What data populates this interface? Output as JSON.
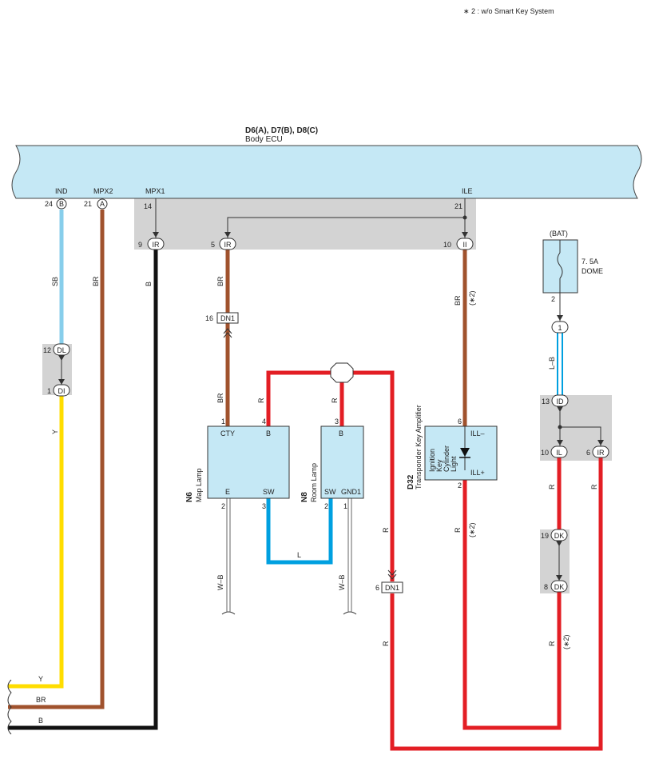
{
  "note": "∗ 2 : w/o Smart Key System",
  "ecu": {
    "code": "D6(A), D7(B), D8(C)",
    "name": "Body ECU",
    "pins": {
      "ind": "IND",
      "mpx2": "MPX2",
      "mpx1": "MPX1",
      "ile": "ILE"
    },
    "pin_nums": {
      "ind": "24",
      "mpx2": "21",
      "mpx1": "14",
      "ile": "21"
    },
    "conn": {
      "ind": "B",
      "mpx2": "A"
    }
  },
  "junctions": {
    "ir9": {
      "num": "9",
      "label": "IR"
    },
    "ir5": {
      "num": "5",
      "label": "IR"
    },
    "ii10": {
      "num": "10",
      "label": "II"
    },
    "dl12": {
      "num": "12",
      "label": "DL"
    },
    "di1": {
      "num": "1",
      "label": "DI"
    },
    "dn16": {
      "num": "16",
      "label": "DN1"
    },
    "dn6": {
      "num": "6",
      "label": "DN1"
    },
    "c1": {
      "label": "1"
    },
    "id13": {
      "num": "13",
      "label": "ID"
    },
    "il10": {
      "num": "10",
      "label": "IL"
    },
    "ir6": {
      "num": "6",
      "label": "IR"
    },
    "dk19": {
      "num": "19",
      "label": "DK"
    },
    "dk8": {
      "num": "8",
      "label": "DK"
    }
  },
  "wires": {
    "sb": "SB",
    "br": "BR",
    "b": "B",
    "y": "Y",
    "r": "R",
    "l": "L",
    "wb": "W–B",
    "lb": "L–B",
    "star2": "(∗2)"
  },
  "map_lamp": {
    "code": "N6",
    "name": "Map Lamp",
    "cty": "CTY",
    "b": "B",
    "e": "E",
    "sw": "SW",
    "p1": "1",
    "p4": "4",
    "p2": "2",
    "p3": "3"
  },
  "room_lamp": {
    "code": "N8",
    "name": "Room Lamp",
    "b": "B",
    "sw": "SW",
    "gnd1": "GND1",
    "p3": "3",
    "p2": "2",
    "p1": "1"
  },
  "amp": {
    "code": "D32",
    "name": "Transponder Key Amplifier",
    "ill_minus": "ILL–",
    "ill_plus": "ILL+",
    "light1": "Ignition",
    "light2": "Key",
    "light3": "Cylinder",
    "light4": "Light",
    "p6": "6",
    "p2": "2"
  },
  "fuse": {
    "bat": "(BAT)",
    "rating": "7. 5A",
    "name": "DOME",
    "pin": "2"
  },
  "colors": {
    "ecu": "#c5e8f5",
    "gray": "#d3d3d3",
    "red": "#e31e24",
    "brown": "#a0522d",
    "yellow": "#ffdd00",
    "blue": "#00a0e0",
    "lightblue": "#87ceeb",
    "black": "#111111"
  }
}
